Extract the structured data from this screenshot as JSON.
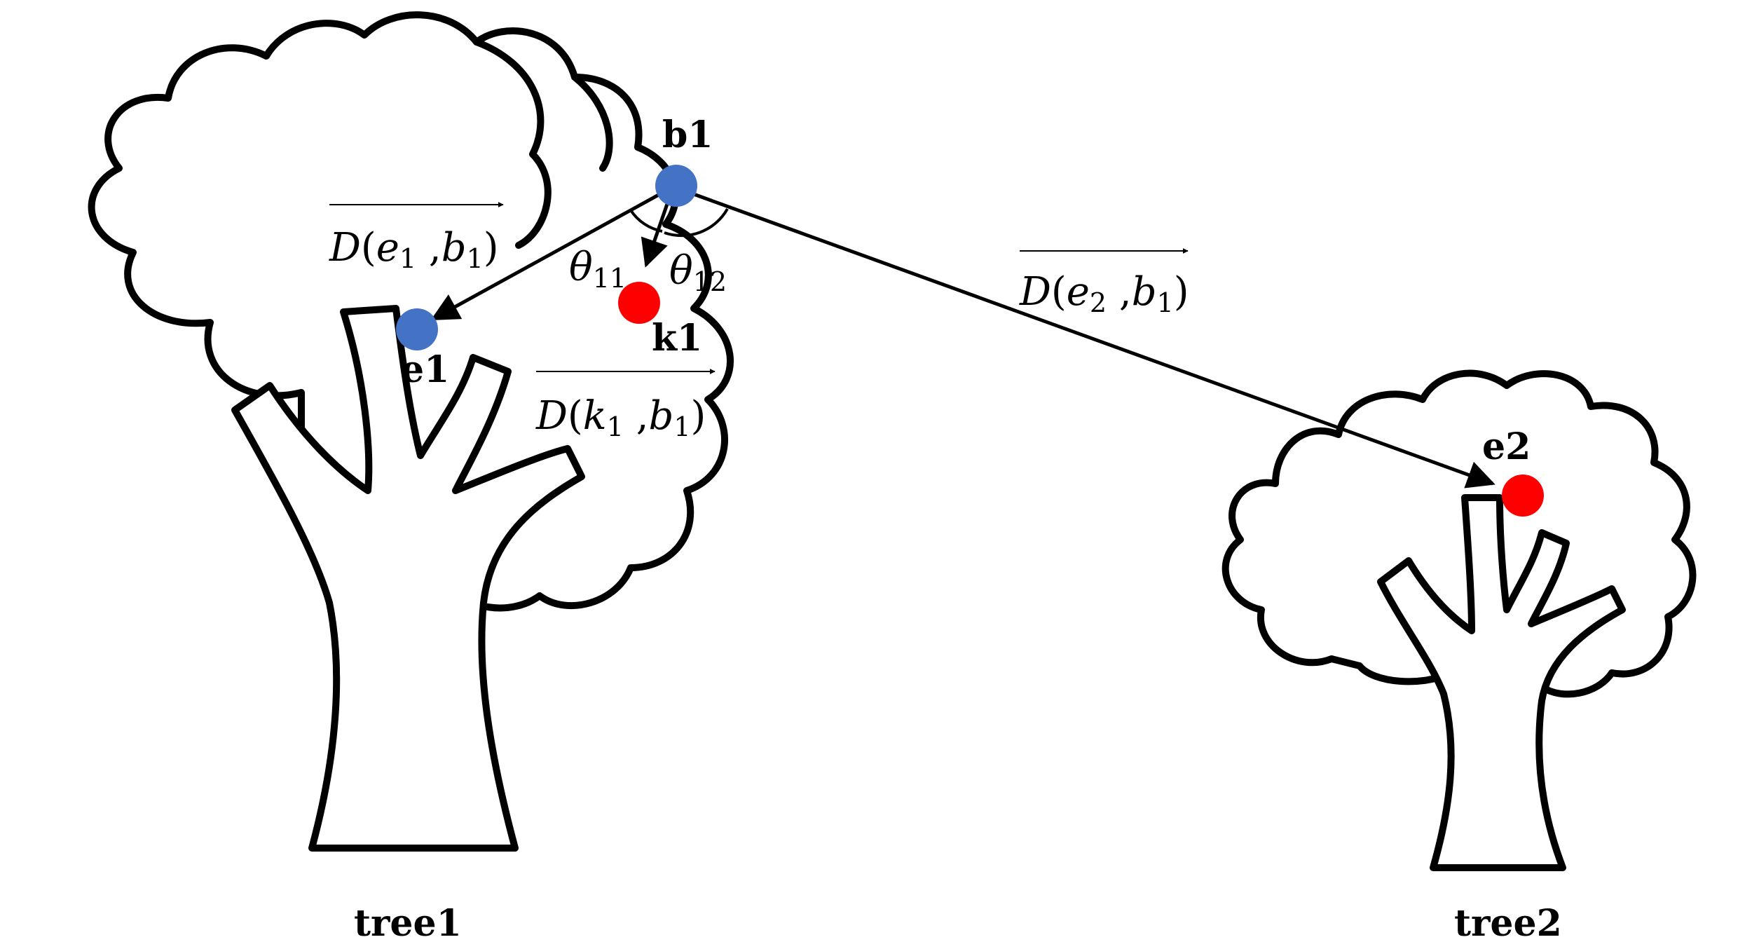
{
  "points": {
    "b1": {
      "label": "b1",
      "color": "#4472c4"
    },
    "e1": {
      "label": "e1",
      "color": "#4472c4"
    },
    "k1": {
      "label": "k1",
      "color": "#ff0000"
    },
    "e2": {
      "label": "e2",
      "color": "#ff0000"
    }
  },
  "trees": {
    "tree1": {
      "label": "tree1"
    },
    "tree2": {
      "label": "tree2"
    }
  },
  "vectors": {
    "d_e1_b1": {
      "base": "D",
      "open": "(",
      "a": "e",
      "a_sub": "1",
      "comma": " ,",
      "b": "b",
      "b_sub": "1",
      "close": ")"
    },
    "d_k1_b1": {
      "base": "D",
      "open": "(",
      "a": "k",
      "a_sub": "1",
      "comma": " ,",
      "b": "b",
      "b_sub": "1",
      "close": ")"
    },
    "d_e2_b1": {
      "base": "D",
      "open": "(",
      "a": "e",
      "a_sub": "2",
      "comma": " ,",
      "b": "b",
      "b_sub": "1",
      "close": ")"
    }
  },
  "angles": {
    "theta11": {
      "symbol": "θ",
      "sub": "11"
    },
    "theta12": {
      "symbol": "θ",
      "sub": "12"
    }
  },
  "colors": {
    "outline": "#000000",
    "blue_point": "#4472c4",
    "red_point": "#ff0000"
  }
}
